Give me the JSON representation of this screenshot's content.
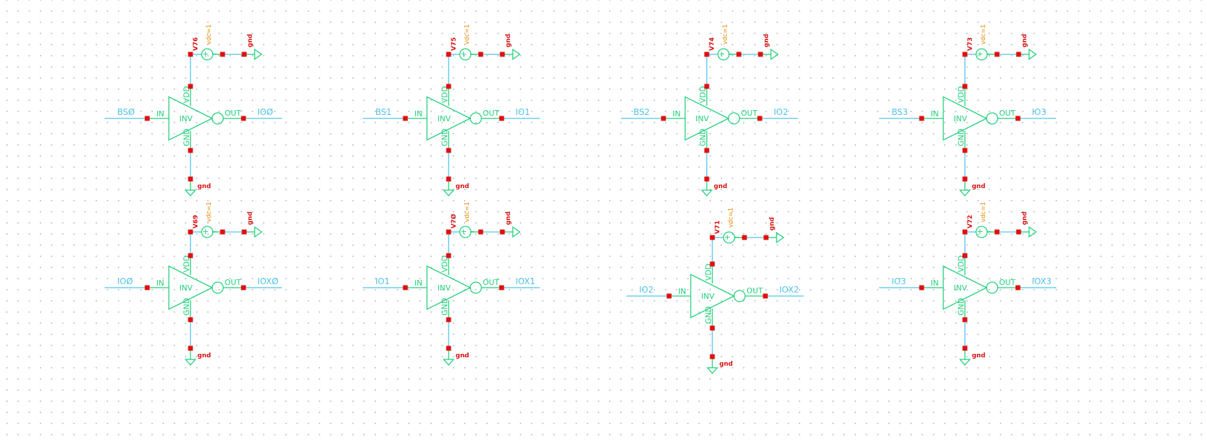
{
  "schematic": {
    "pin_labels": {
      "in": "IN",
      "out": "OUT",
      "vdd": "VDD",
      "gnd": "GND",
      "inv": "INV"
    },
    "gnd_label": "gnd",
    "vdc_param": "vdc=1",
    "source_symbol": "+ −",
    "wire_color": "#4fc3e8",
    "device_color": "#1fcf7a",
    "pin_color": "#e01010",
    "param_color": "#e88a00",
    "cells": [
      {
        "in_net": "BSØ",
        "out_net": "IOØ",
        "source": "V76"
      },
      {
        "in_net": "BS1",
        "out_net": "IO1",
        "source": "V75"
      },
      {
        "in_net": "BS2",
        "out_net": "IO2",
        "source": "V74"
      },
      {
        "in_net": "BS3",
        "out_net": "IO3",
        "source": "V73"
      },
      {
        "in_net": "IOØ",
        "out_net": "IOXØ",
        "source": "V69"
      },
      {
        "in_net": "IO1",
        "out_net": "IOX1",
        "source": "V7Ø"
      },
      {
        "in_net": "IO2",
        "out_net": "IOX2",
        "source": "V71"
      },
      {
        "in_net": "IO3",
        "out_net": "IOX3",
        "source": "V72"
      }
    ]
  }
}
